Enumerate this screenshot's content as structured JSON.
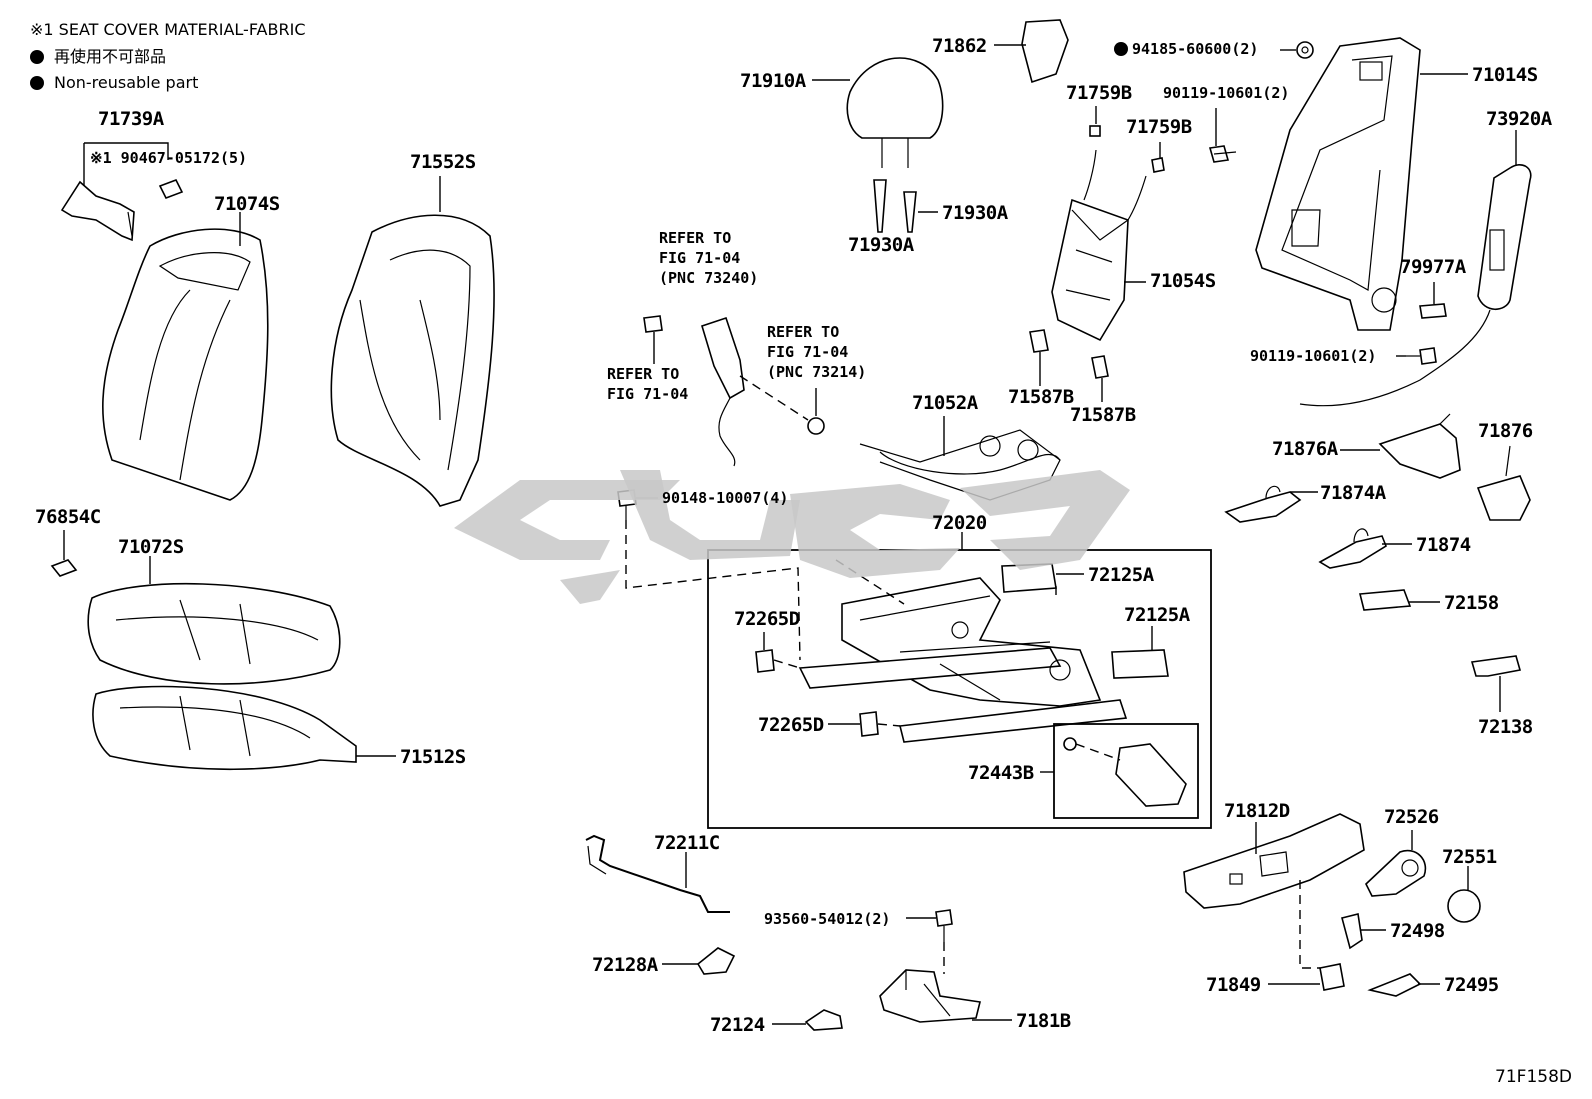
{
  "notes": {
    "seat_cover_material": "※1 SEAT COVER MATERIAL-FABRIC",
    "non_reusable_jp": "再使用不可部品",
    "non_reusable_en": "Non-reusable part"
  },
  "figure_id": "71F158D",
  "watermark_text": "ت ش ب",
  "references": {
    "ref_73240": "REFER TO\nFIG 71-04\n(PNC 73240)",
    "ref_73214": "REFER TO\nFIG 71-04\n(PNC 73214)",
    "ref_plain": "REFER TO\nFIG 71-04"
  },
  "part_labels": {
    "p71739A": "71739A",
    "p90467": "※1 90467-05172(5)",
    "p71074S": "71074S",
    "p71552S": "71552S",
    "p71910A": "71910A",
    "p71862": "71862",
    "p94185": "94185-60600(2)",
    "p71014S": "71014S",
    "p71759B_a": "71759B",
    "p71759B_b": "71759B",
    "p90119_a": "90119-10601(2)",
    "p73920A": "73920A",
    "p71930A_a": "71930A",
    "p71930A_b": "71930A",
    "p71054S": "71054S",
    "p79977A": "79977A",
    "p90119_b": "90119-10601(2)",
    "p71052A": "71052A",
    "p71587B_a": "71587B",
    "p71587B_b": "71587B",
    "p71876A": "71876A",
    "p71876": "71876",
    "p71874A": "71874A",
    "p71874": "71874",
    "p76854C": "76854C",
    "p71072S": "71072S",
    "p90148": "90148-10007(4)",
    "p72020": "72020",
    "p72125A_a": "72125A",
    "p72125A_b": "72125A",
    "p72158": "72158",
    "p72265D_a": "72265D",
    "p72265D_b": "72265D",
    "p72138": "72138",
    "p71512S": "71512S",
    "p72443B": "72443B",
    "p71812D": "71812D",
    "p72526": "72526",
    "p72551": "72551",
    "p72211C": "72211C",
    "p93560": "93560-54012(2)",
    "p72498": "72498",
    "p72128A": "72128A",
    "p71849": "71849",
    "p72495": "72495",
    "p72124": "72124",
    "p7181B": "7181B"
  }
}
